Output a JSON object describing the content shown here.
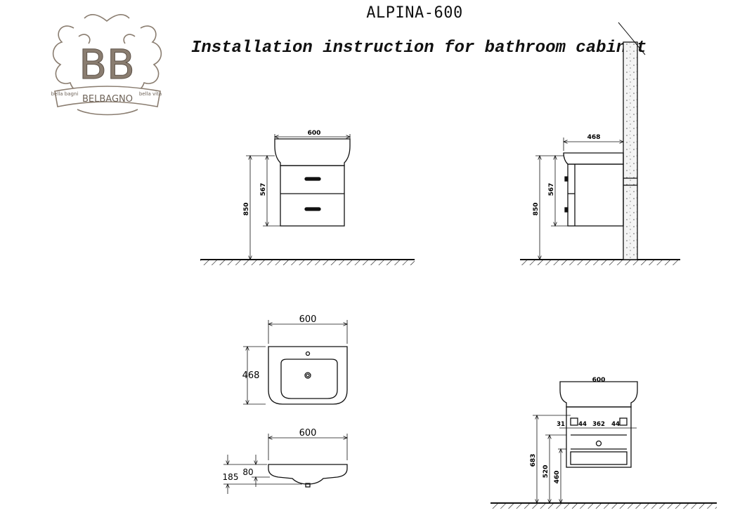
{
  "header": {
    "model": "ALPINA-600",
    "subtitle": "Installation instruction for bathroom cabinet"
  },
  "logo": {
    "brand": "BELBAGNO",
    "motto_left": "bella bagni",
    "motto_right": "bella vita",
    "monogram": "BB",
    "color": "#8a7d70"
  },
  "views": {
    "front": {
      "width": "600",
      "cabinet_height": "567",
      "total_height": "850"
    },
    "side": {
      "depth": "468",
      "cabinet_height": "567",
      "total_height": "850"
    },
    "top": {
      "width": "600",
      "depth": "468"
    },
    "section": {
      "width": "600",
      "basin_height": "80",
      "overall_height": "185"
    },
    "rear": {
      "width": "600",
      "offsets": [
        "31",
        "44",
        "362",
        "44"
      ],
      "mount_height": "683",
      "height_520": "520",
      "height_460": "460"
    }
  },
  "colors": {
    "line": "#111111",
    "wall_fill": "#f4f4f4"
  }
}
